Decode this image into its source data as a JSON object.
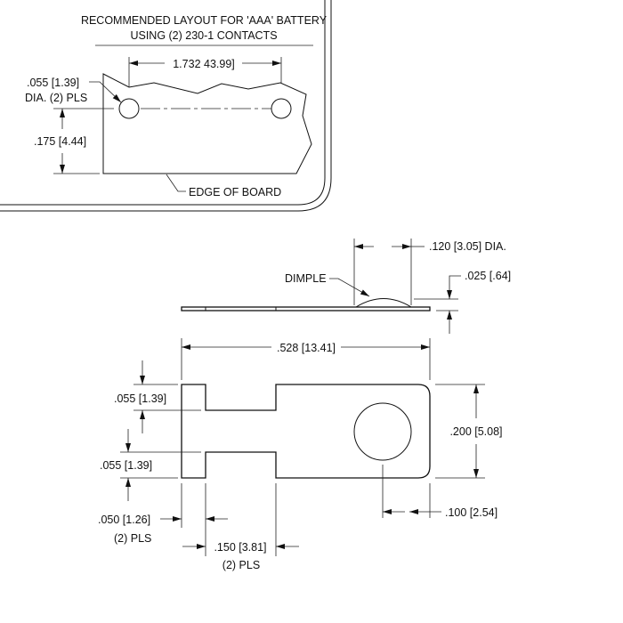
{
  "layout_view": {
    "title_line1": "RECOMMENDED LAYOUT FOR 'AAA' BATTERY",
    "title_line2": "USING (2) 230-1 CONTACTS",
    "hole_spacing": "1.732 43.99]",
    "hole_dia_line1": ".055 [1.39]",
    "hole_dia_line2": "DIA. (2) PLS",
    "hole_height": ".175 [4.44]",
    "edge_label": "EDGE OF BOARD"
  },
  "side_view": {
    "dimple_dia": ".120 [3.05] DIA.",
    "dimple_label": "DIMPLE",
    "dimple_height": ".025 [.64]"
  },
  "top_view": {
    "overall_length": ".528 [13.41]",
    "notch_top": ".055 [1.39]",
    "notch_bottom": ".055 [1.39]",
    "width": ".200 [5.08]",
    "hole_offset": ".100 [2.54]",
    "tab_width_line1": ".050 [1.26]",
    "tab_width_line2": "(2) PLS",
    "neck_length_line1": ".150 [3.81]",
    "neck_length_line2": "(2) PLS"
  }
}
